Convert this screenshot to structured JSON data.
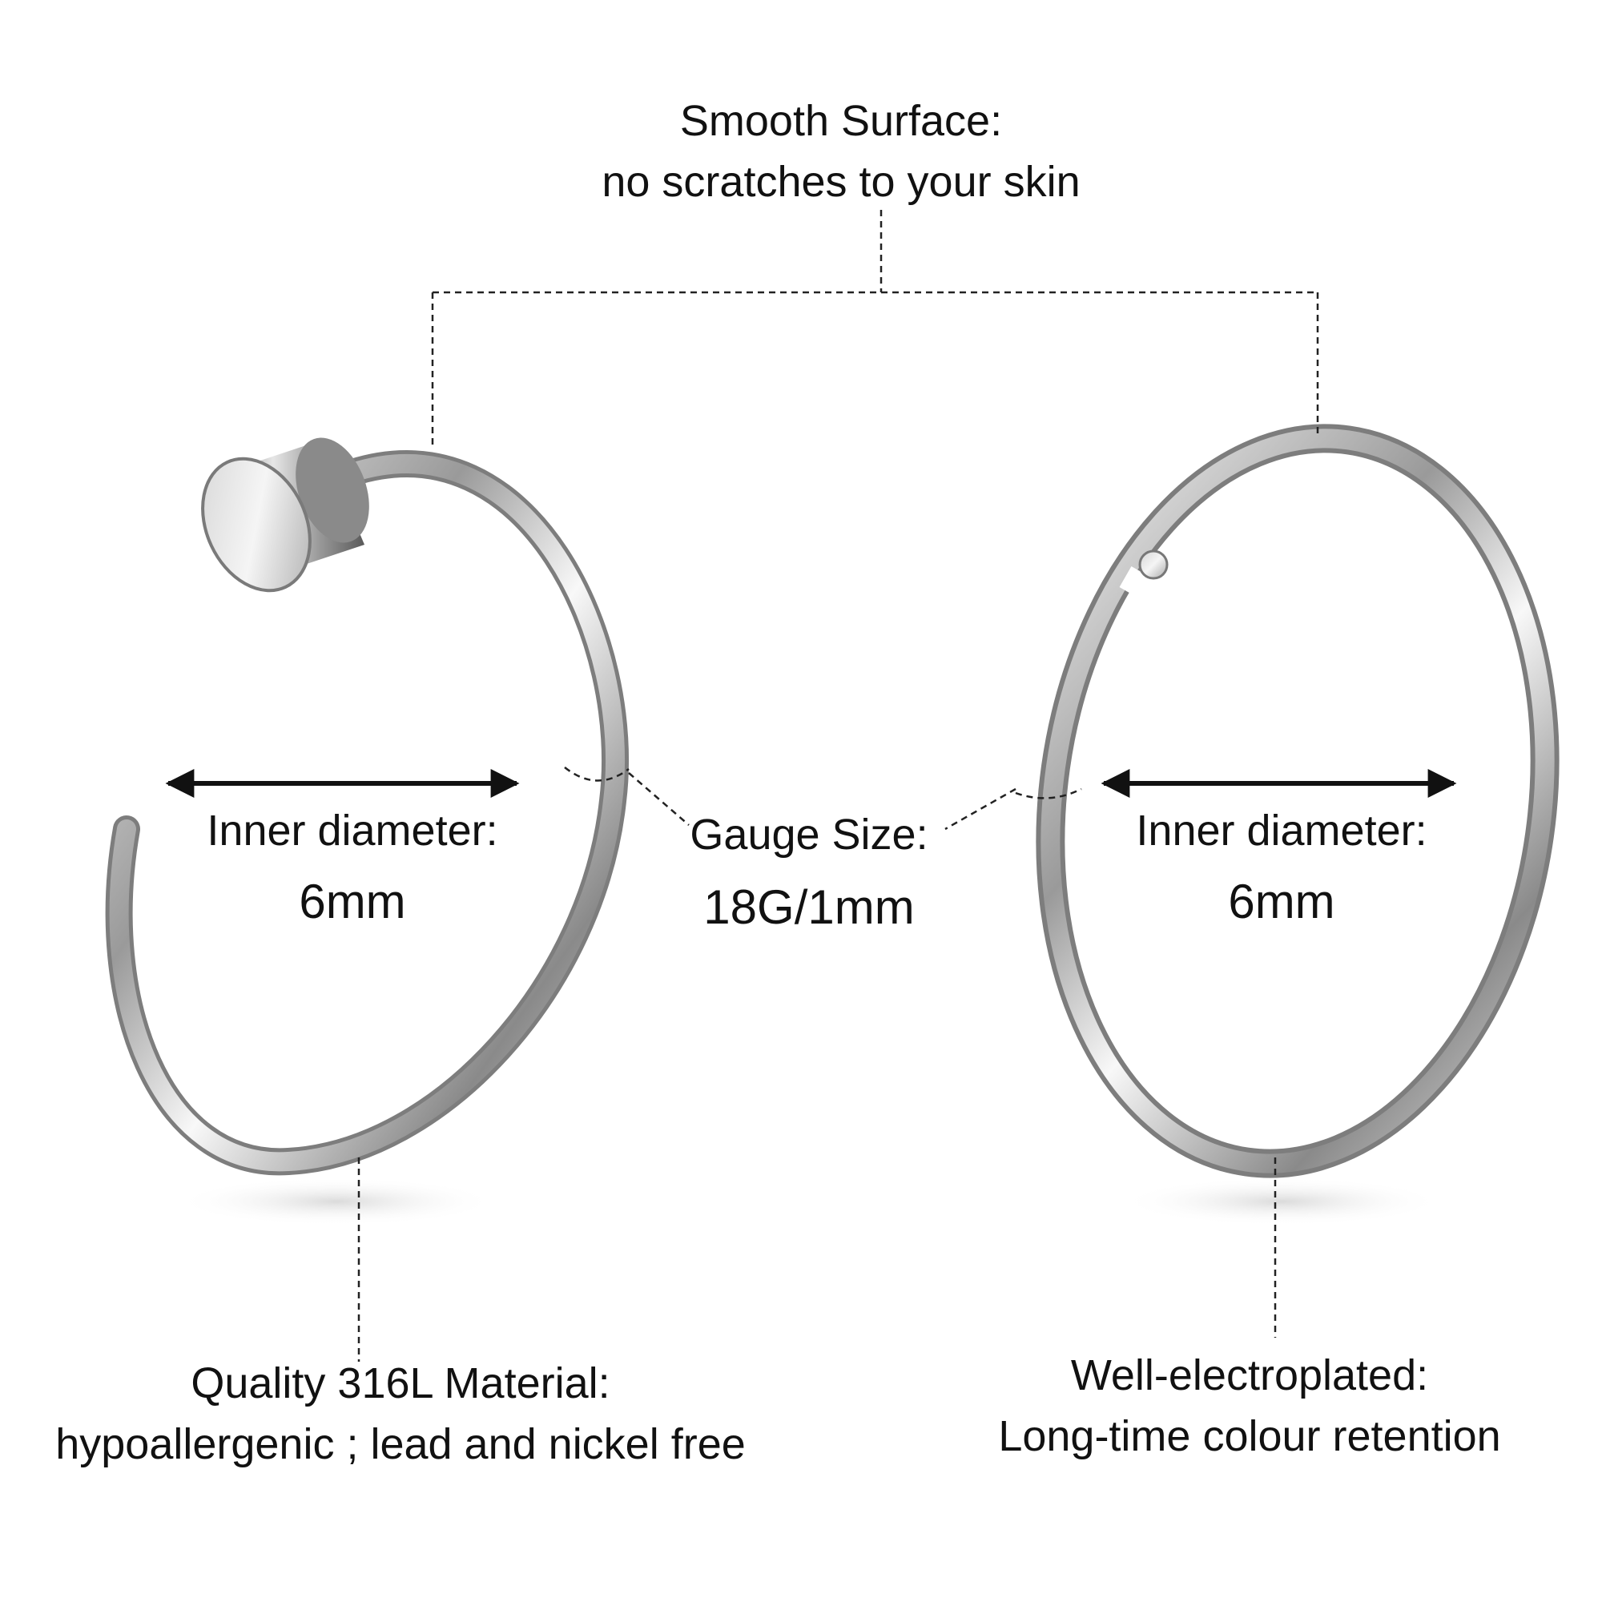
{
  "labels": {
    "smooth_surface": {
      "title": "Smooth Surface:",
      "detail": "no scratches to your skin"
    },
    "inner_diameter_left": {
      "title": "Inner diameter:",
      "value": "6mm"
    },
    "gauge": {
      "title": "Gauge Size:",
      "value": "18G/1mm"
    },
    "inner_diameter_right": {
      "title": "Inner diameter:",
      "value": "6mm"
    },
    "material": {
      "title": "Quality 316L Material:",
      "detail": "hypoallergenic ; lead and nickel free"
    },
    "electroplated": {
      "title": "Well-electroplated:",
      "detail": "Long-time colour retention"
    }
  },
  "colors": {
    "metal_dark": "#8c8c8c",
    "metal_light": "#f6f6f6",
    "line": "#222222",
    "background": "#ffffff"
  }
}
